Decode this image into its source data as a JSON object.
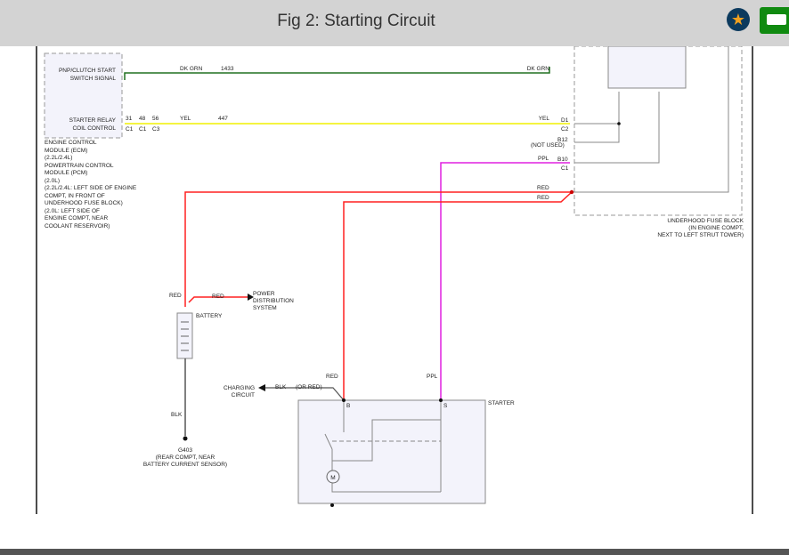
{
  "header": {
    "title": "Fig 2: Starting Circuit",
    "favorite_icon": "star-icon",
    "print_icon": "printer-icon"
  },
  "ecm": {
    "pnp_label_1": "PNP/CLUTCH START",
    "pnp_label_2": "SWITCH SIGNAL",
    "pnp_wire": "DK GRN",
    "pnp_circuit": "1433",
    "relay_label_1": "STARTER RELAY",
    "relay_label_2": "COIL CONTROL",
    "pins": [
      "31",
      "48",
      "56"
    ],
    "connectors": [
      "C1",
      "C1",
      "C3"
    ],
    "wire": "YEL",
    "circuit": "447",
    "desc": [
      "ENGINE CONTROL",
      "MODULE (ECM)",
      "(2.2L/2.4L)",
      "POWERTRAIN CONTROL",
      "MODULE (PCM)",
      "(2.0L)",
      "(2.2L/2.4L: LEFT SIDE OF ENGINE",
      "COMPT, IN FRONT OF",
      "UNDERHOOD FUSE BLOCK)",
      "(2.0L: LEFT SIDE OF",
      "ENGINE COMPT, NEAR",
      "COOLANT RESERVOIR)"
    ]
  },
  "fuse_block": {
    "dk_grn": "DK GRN",
    "yel": "YEL",
    "d1": "D1",
    "c2": "C2",
    "b12": "B12",
    "not_used": "(NOT USED)",
    "ppl": "PPL",
    "b10": "B10",
    "c1": "C1",
    "red1": "RED",
    "red2": "RED",
    "desc": [
      "UNDERHOOD FUSE BLOCK",
      "(IN ENGINE COMPT,",
      "NEXT TO LEFT STRUT TOWER)"
    ]
  },
  "battery": {
    "red_label": "RED",
    "red_out": "RED",
    "label": "BATTERY",
    "power_1": "POWER",
    "power_2": "DISTRIBUTION",
    "power_3": "SYSTEM",
    "blk": "BLK",
    "ground": "G403",
    "ground_desc_1": "(REAR COMPT, NEAR",
    "ground_desc_2": "BATTERY CURRENT SENSOR)"
  },
  "starter": {
    "red": "RED",
    "ppl": "PPL",
    "b": "B",
    "s": "S",
    "label": "STARTER",
    "blk": "BLK",
    "or_red": "(OR RED)",
    "charging_1": "CHARGING",
    "charging_2": "CIRCUIT",
    "motor": "M"
  },
  "colors": {
    "red": "#ff2020",
    "yellow": "#f0f000",
    "purple": "#e020e0",
    "green": "#207020"
  }
}
